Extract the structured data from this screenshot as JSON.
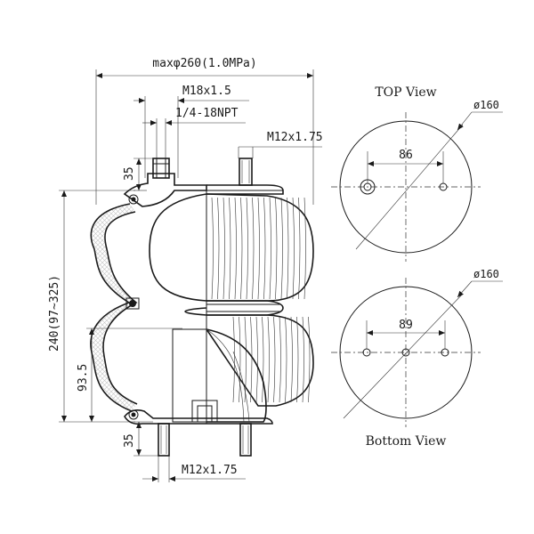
{
  "dimensions": {
    "max_diameter": "maxφ260(1.0MPa)",
    "top_port_thread": "M18x1.5",
    "air_fitting": "1/4-18NPT",
    "top_stud_thread": "M12x1.75",
    "bottom_stud_thread": "M12x1.75",
    "stud_height_top": "35",
    "stud_height_bottom": "35",
    "overall_height": "240(97∼325)",
    "piston_height": "93.5"
  },
  "top_view": {
    "title": "TOP View",
    "diameter": "ø160",
    "bolt_spacing": "86"
  },
  "bottom_view": {
    "title": "Bottom View",
    "diameter": "ø160",
    "bolt_spacing": "89"
  },
  "colors": {
    "line": "#1a1a1a",
    "hatch": "#555555"
  }
}
